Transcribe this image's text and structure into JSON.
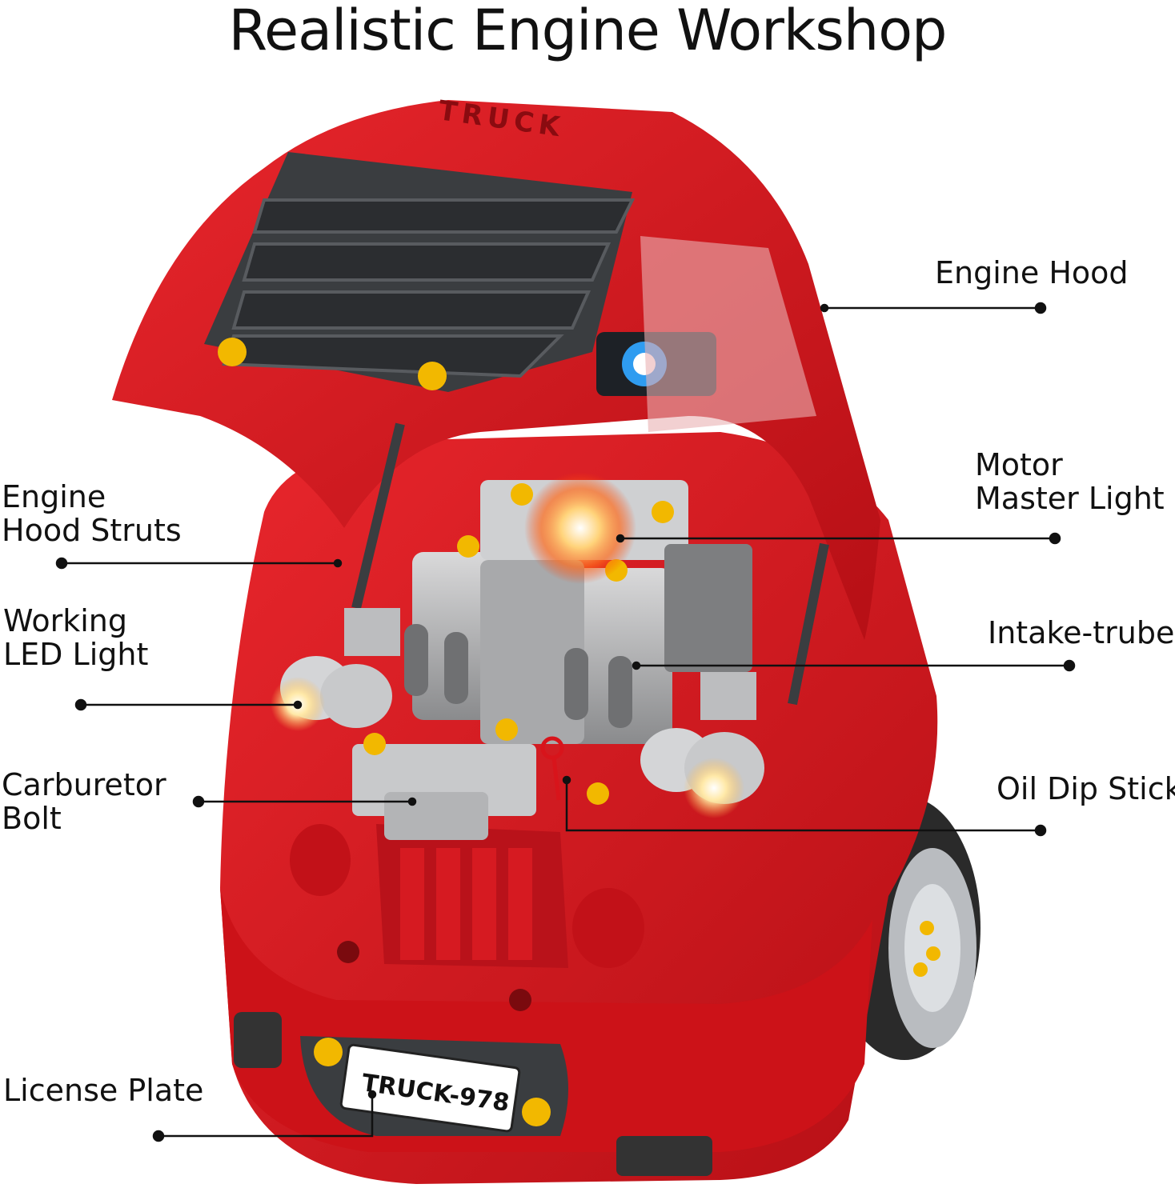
{
  "title": "Realistic Engine Workshop",
  "labels": {
    "engine_hood": "Engine Hood",
    "hood_struts": [
      "Engine",
      "Hood Struts"
    ],
    "motor_master_light": [
      "Motor",
      "Master Light"
    ],
    "working_led_light": [
      "Working",
      "LED Light"
    ],
    "intake_tube": "Intake-trube",
    "carburetor_bolt": [
      "Carburetor",
      "Bolt"
    ],
    "oil_dip_stick": "Oil Dip Stick",
    "license_plate": "License Plate"
  },
  "truck": {
    "hood_emblem": "TRUCK",
    "plate_text": "TRUCK-978"
  },
  "colors": {
    "body": "#d8141b",
    "body_dark": "#a50d12",
    "grille": "#3a3d40",
    "engine_gray": "#8e8f91",
    "bolt_yellow": "#f2b800",
    "tire": "#2a2a2a"
  }
}
